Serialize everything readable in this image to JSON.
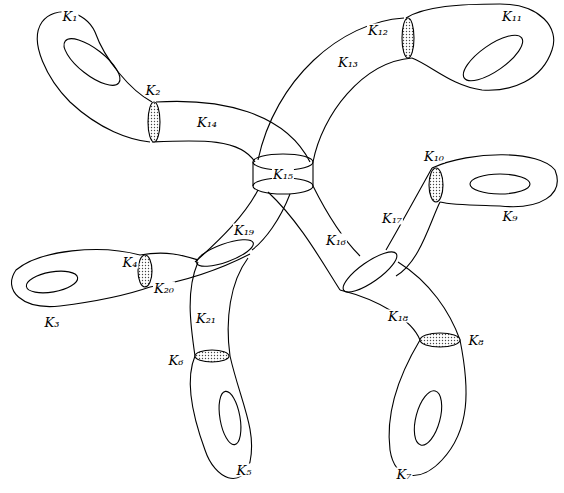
{
  "diagram": {
    "labels": [
      "K₁",
      "K₁₁",
      "K₂",
      "K₁₂",
      "K₁₄",
      "K₁₃",
      "K₁₅",
      "K₁₀",
      "K₁₇",
      "K₉",
      "K₁₉",
      "K₁₆",
      "K₄",
      "K₂₀",
      "K₃",
      "K₂₁",
      "K₁₈",
      "K₆",
      "K₈",
      "K₅",
      "K₇"
    ]
  }
}
